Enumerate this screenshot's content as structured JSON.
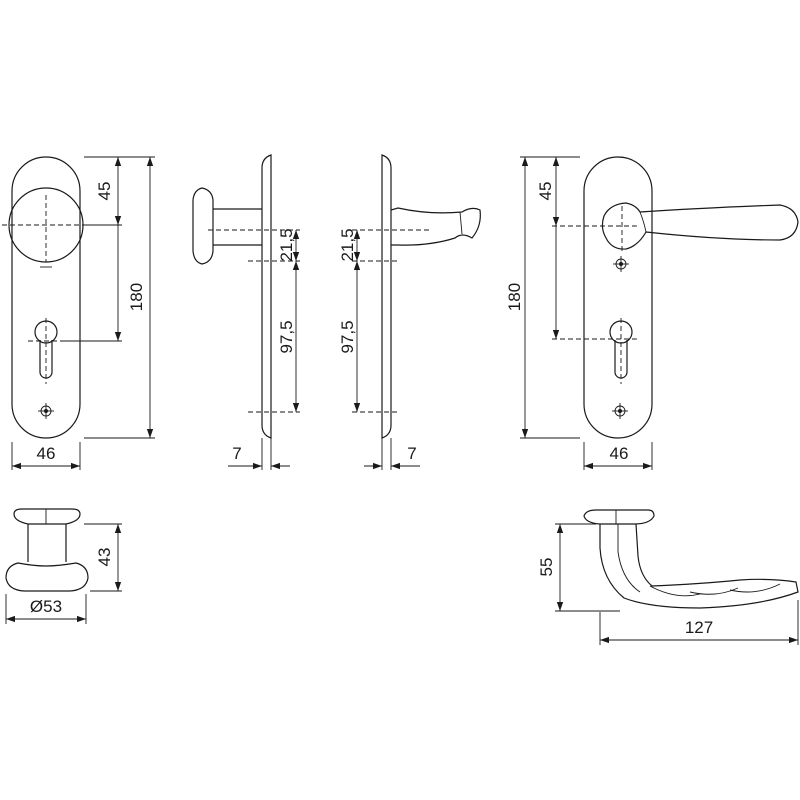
{
  "colors": {
    "line": "#1a1a1a",
    "background": "#ffffff"
  },
  "dimensions": {
    "knob_plate_top": "45",
    "knob_plate_height": "180",
    "knob_plate_width": "46",
    "knob_side_spacing_upper": "21,5",
    "knob_side_spacing_lower": "97,5",
    "knob_side_thickness": "7",
    "lever_side_spacing_upper": "21,5",
    "lever_side_spacing_lower": "97,5",
    "lever_side_thickness": "7",
    "lever_plate_top": "45",
    "lever_plate_height": "180",
    "lever_plate_width": "46",
    "knob_projection": "43",
    "knob_diameter": "Ø53",
    "lever_projection": "55",
    "lever_length": "127"
  }
}
